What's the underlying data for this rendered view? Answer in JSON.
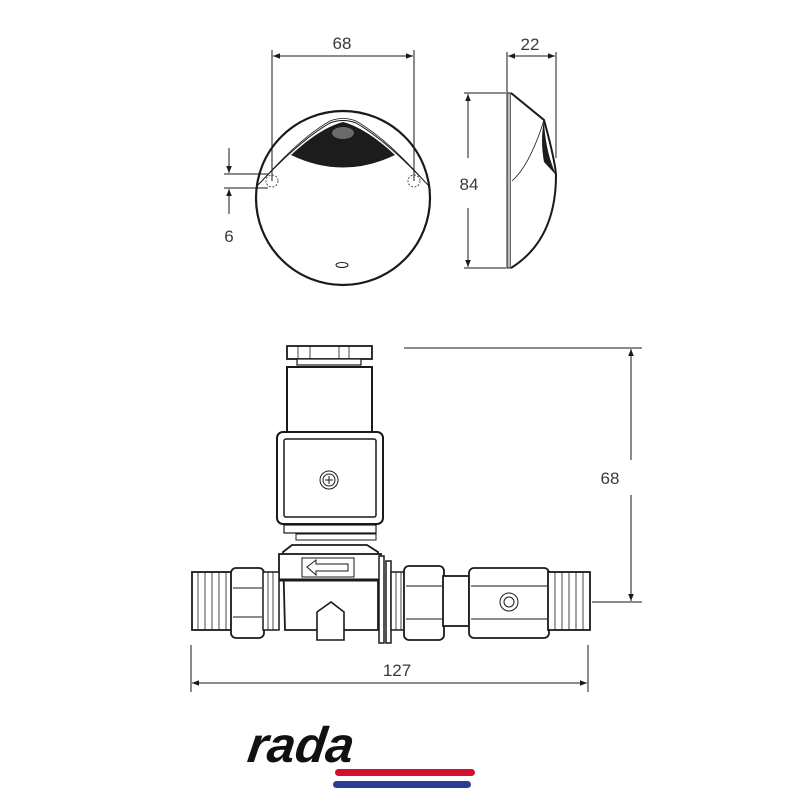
{
  "sensor_front_view": {
    "width_dim": "68",
    "offset_dim": "6"
  },
  "sensor_side_view": {
    "depth_dim": "22",
    "height_dim": "84"
  },
  "valve_assembly": {
    "height_dim": "68",
    "length_dim": "127"
  },
  "logo": {
    "text": "rada",
    "stripe_red": "#d0102e",
    "stripe_blue": "#2a3f8f"
  },
  "colors": {
    "line": "#1a1a1a",
    "dim_text": "#3a3a3a",
    "sensor_window": "#1c1c1c",
    "sensor_lens": "#6b6b6b"
  }
}
